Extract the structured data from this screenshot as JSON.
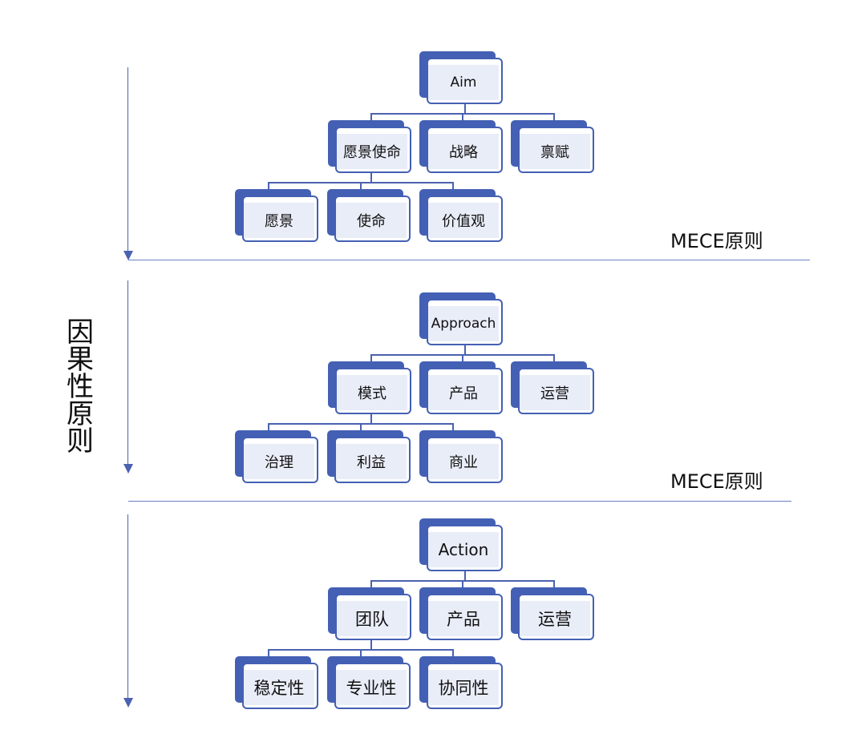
{
  "side_title": [
    "因",
    "果",
    "性",
    "原",
    "则"
  ],
  "mece_labels": [
    "MECE原则",
    "MECE原则"
  ],
  "sections": [
    {
      "root": "Aim",
      "level2": [
        "愿景使命",
        "战略",
        "禀赋"
      ],
      "level3": [
        "愿景",
        "使命",
        "价值观"
      ]
    },
    {
      "root": "Approach",
      "level2": [
        "模式",
        "产品",
        "运营"
      ],
      "level3": [
        "治理",
        "利益",
        "商业"
      ]
    },
    {
      "root": "Action",
      "level2": [
        "团队",
        "产品",
        "运营"
      ],
      "level3": [
        "稳定性",
        "专业性",
        "协同性"
      ]
    }
  ],
  "colors": {
    "node_border": "#4460b4",
    "node_fill": "#e9edf8",
    "line": "#4a62b0"
  }
}
